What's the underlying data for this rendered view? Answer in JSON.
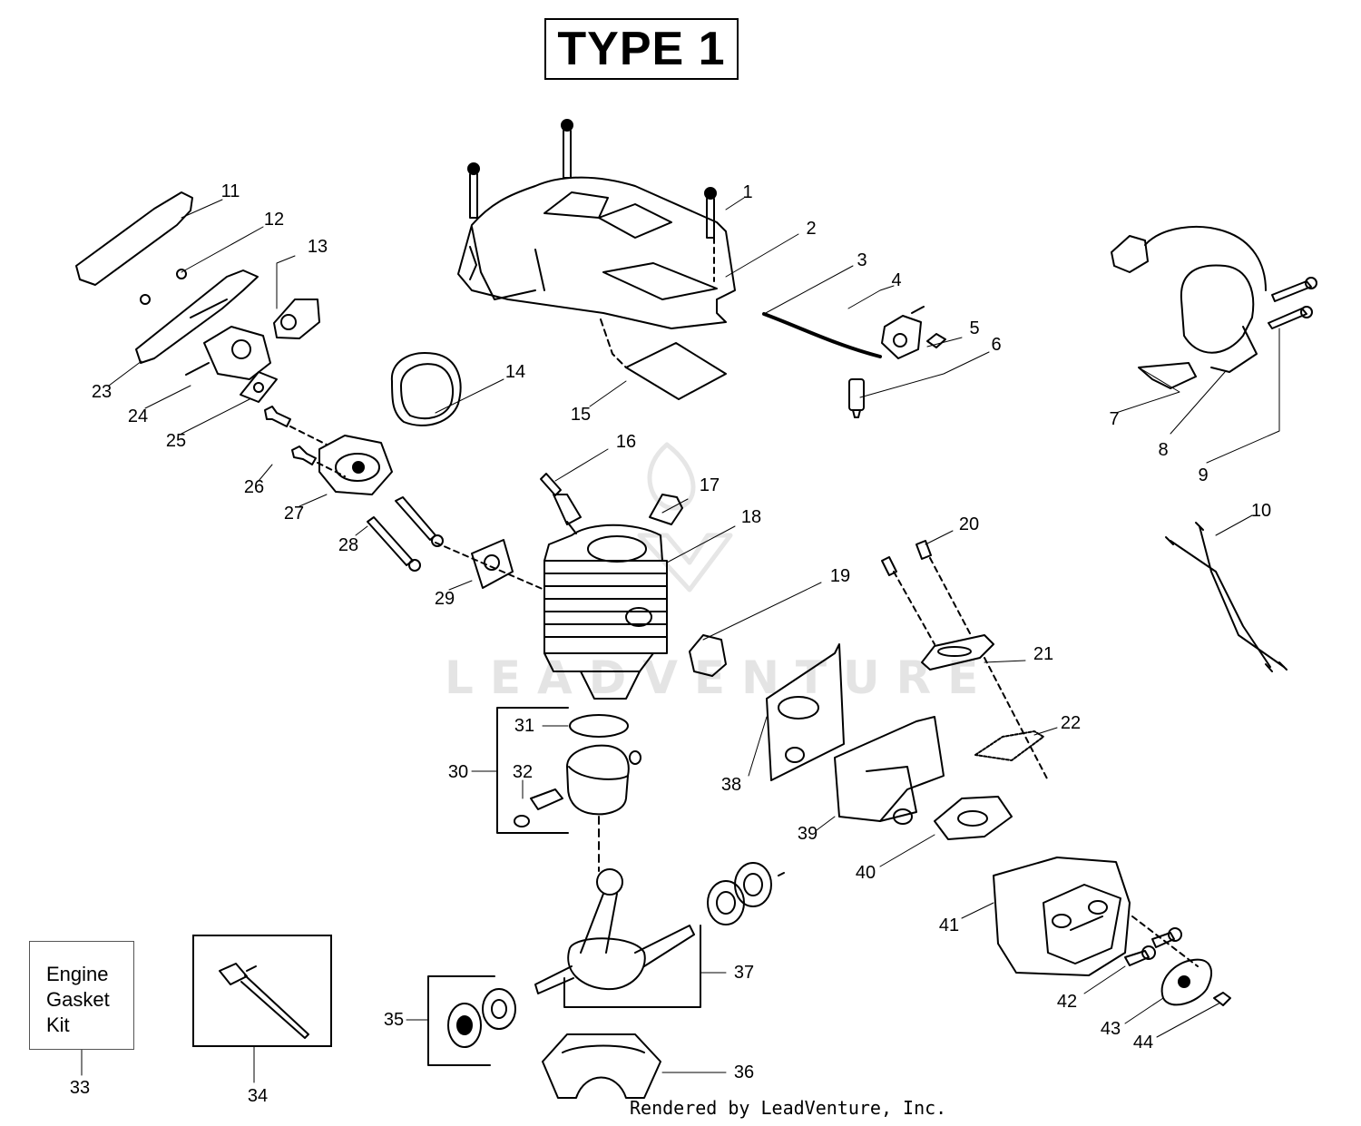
{
  "title": "TYPE 1",
  "watermark": "LEADVENTURE",
  "footer": "Rendered by LeadVenture, Inc.",
  "kit": {
    "line1": "Engine",
    "line2": "Gasket",
    "line3": "Kit"
  },
  "callouts": [
    "1",
    "2",
    "3",
    "4",
    "5",
    "6",
    "7",
    "8",
    "9",
    "10",
    "11",
    "12",
    "13",
    "14",
    "15",
    "16",
    "17",
    "18",
    "19",
    "20",
    "21",
    "22",
    "23",
    "24",
    "25",
    "26",
    "27",
    "28",
    "29",
    "30",
    "31",
    "32",
    "33",
    "34",
    "35",
    "36",
    "37",
    "38",
    "39",
    "40",
    "41",
    "42",
    "43",
    "44"
  ]
}
